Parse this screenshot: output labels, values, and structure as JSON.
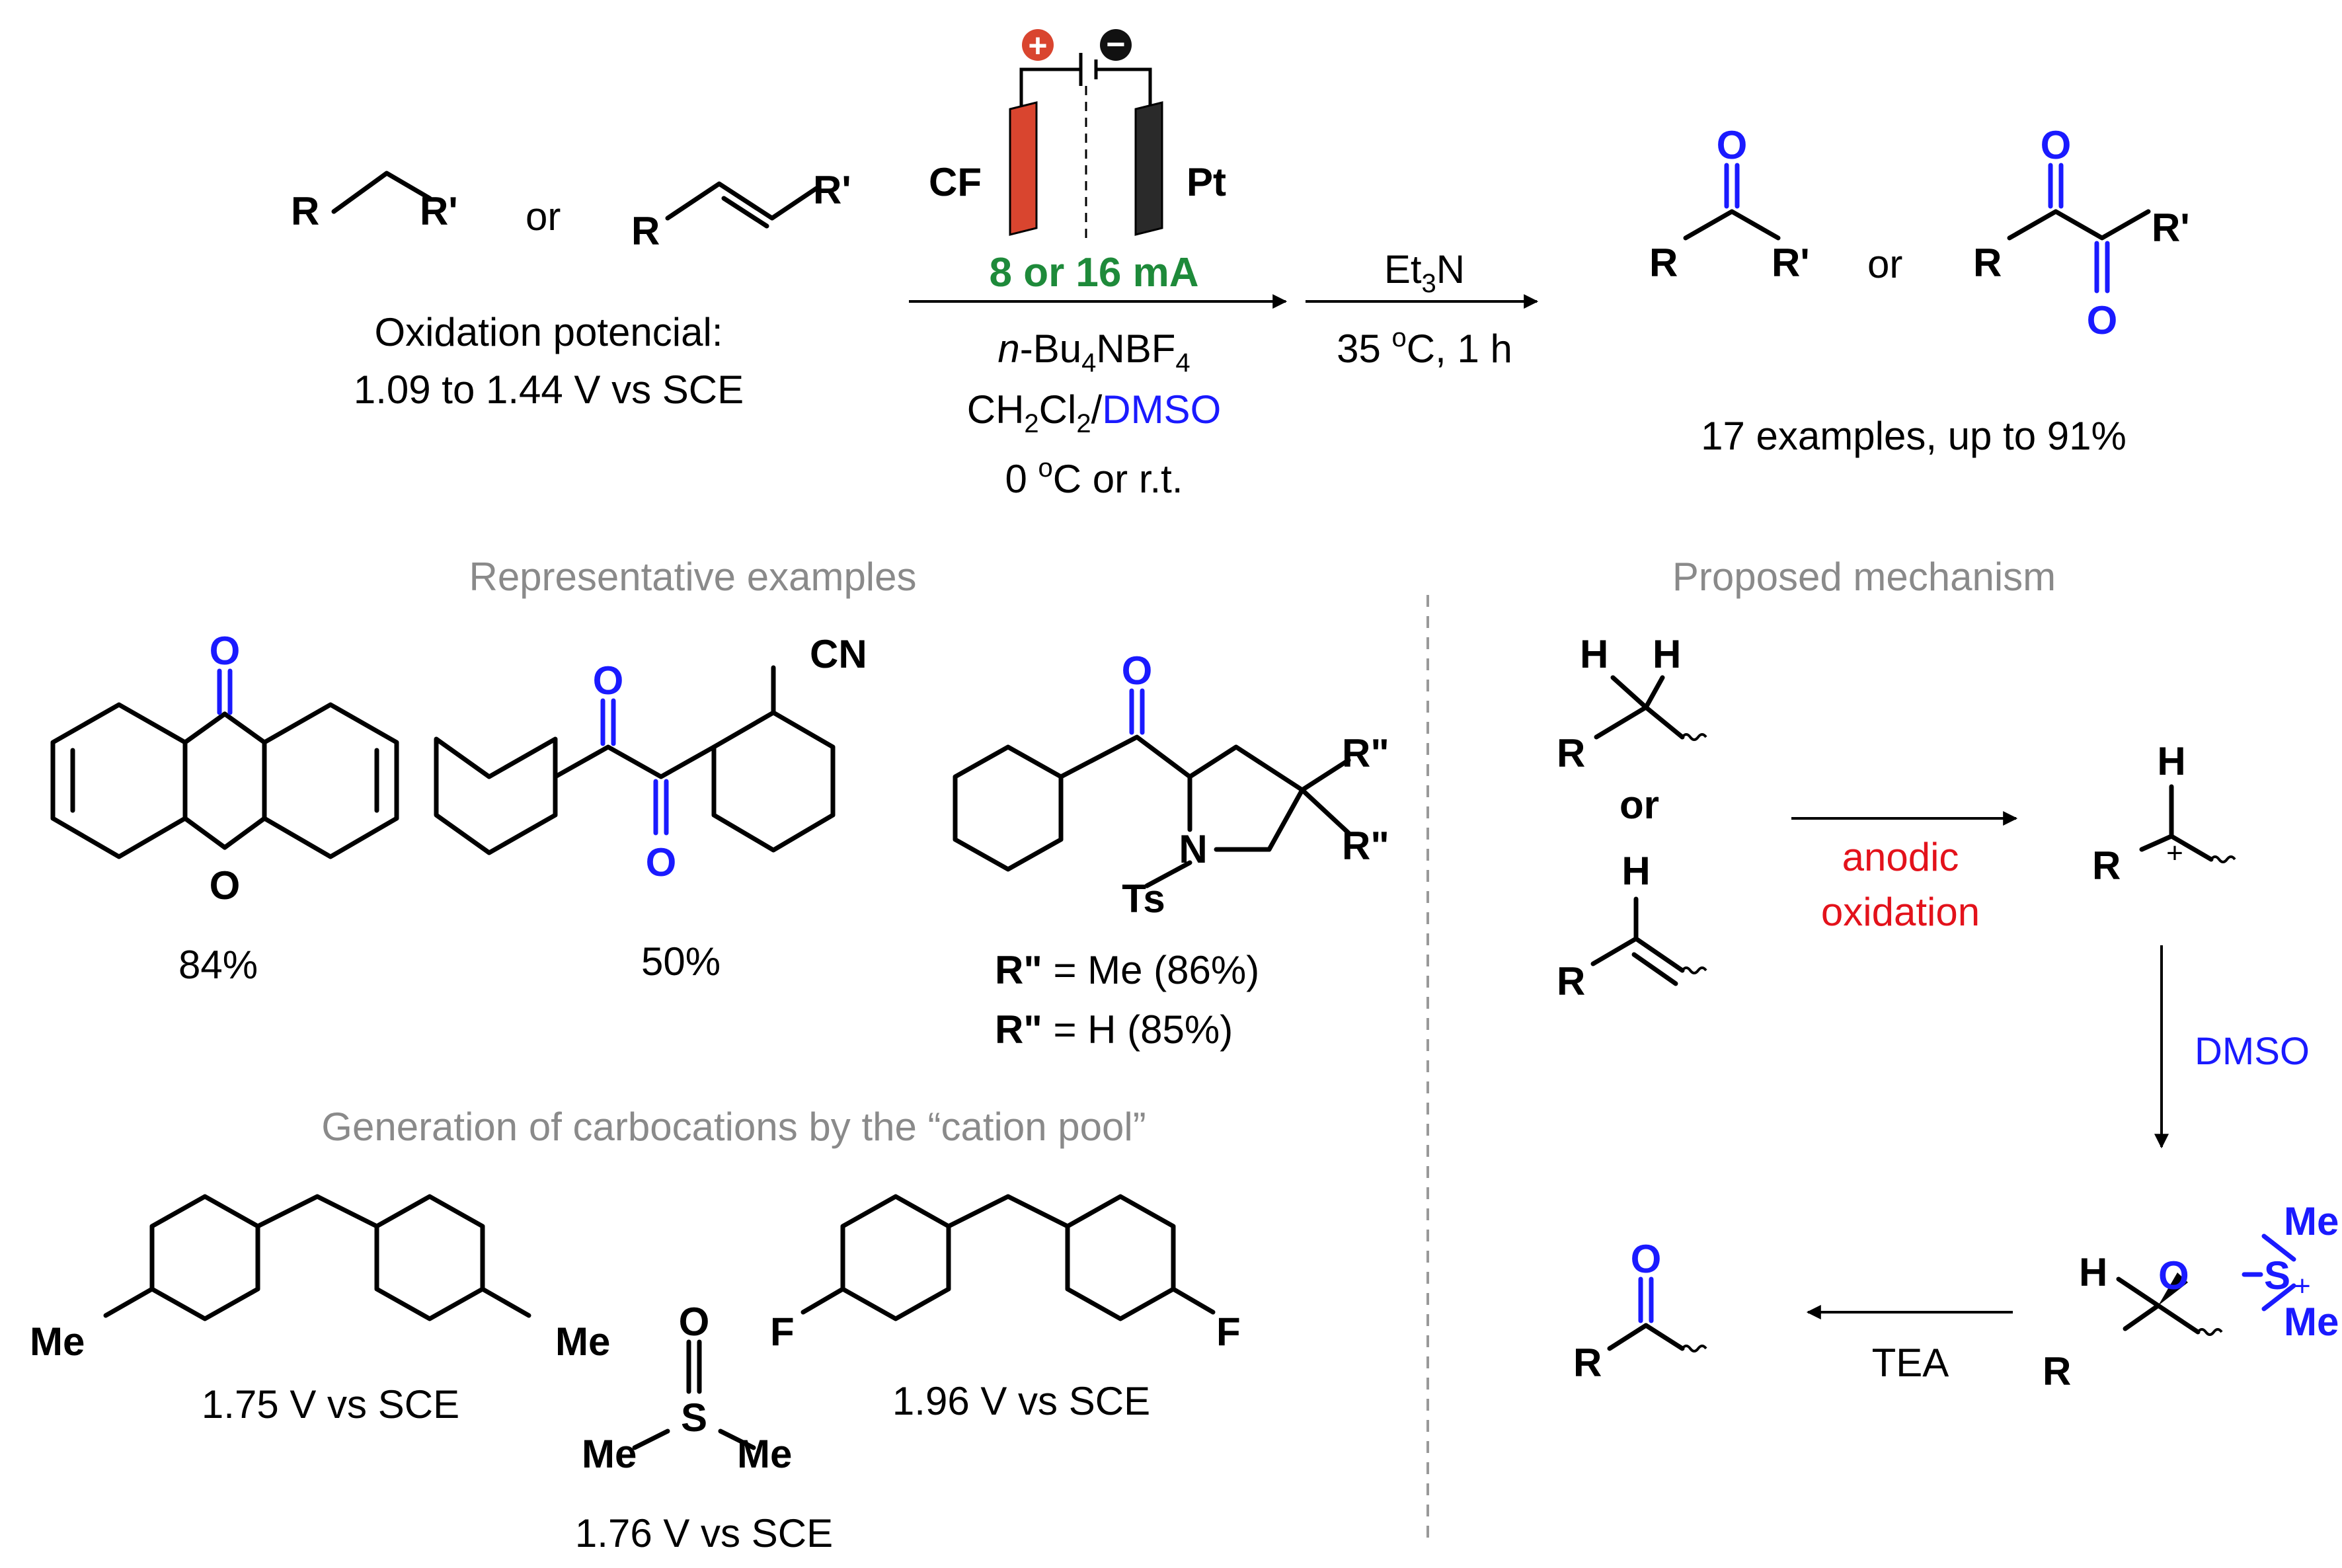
{
  "scheme": {
    "reactants": {
      "r_label": "R",
      "rprime_label": "R'",
      "or_label": "or",
      "oxidation_potential_line1": "Oxidation potencial:",
      "oxidation_potential_line2": "1.09 to 1.44 V vs SCE"
    },
    "electrolysis": {
      "anode_label": "CF",
      "cathode_label": "Pt",
      "plus_symbol": "+",
      "minus_symbol": "−",
      "current": "8 or 16 mA",
      "electrolyte_prefix": "n",
      "electrolyte_rest": "-Bu",
      "electrolyte_sub4a": "4",
      "electrolyte_mid": "NBF",
      "electrolyte_sub4b": "4",
      "solvent_ch": "CH",
      "solvent_sub2a": "2",
      "solvent_cl": "Cl",
      "solvent_sub2b": "2",
      "solvent_slash": "/",
      "solvent_dmso": "DMSO",
      "temperature_prefix": "0 ",
      "temperature_sup": "o",
      "temperature_suffix": "C or r.t."
    },
    "step2": {
      "reagent_et": "Et",
      "reagent_sub3": "3",
      "reagent_n": "N",
      "conditions_prefix": "35 ",
      "conditions_sup": "o",
      "conditions_suffix": "C, 1 h"
    },
    "products": {
      "o_label": "O",
      "or_label": "or",
      "summary": "17 examples, up to 91%"
    }
  },
  "examples": {
    "heading": "Representative examples",
    "xanthone_yield": "84%",
    "benzil_yield": "50%",
    "cn_label": "CN",
    "o_label": "O",
    "n_label": "N",
    "ts_label": "Ts",
    "rdp_label": "R\"",
    "pyrrolidine_yield1_rest": " = Me (86%)",
    "pyrrolidine_yield2_rest": " = H (85%)"
  },
  "cation_pool": {
    "heading": "Generation of carbocations by the “cation pool”",
    "me_label": "Me",
    "f_label": "F",
    "s_label": "S",
    "o_label": "O",
    "compound1_potential": "1.75 V vs SCE",
    "dmso_potential": "1.76 V vs SCE",
    "compound2_potential": "1.96 V vs SCE"
  },
  "mechanism": {
    "heading": "Proposed mechanism",
    "h_label": "H",
    "r_label": "R",
    "or_label": "or",
    "anodic_line1": "anodic",
    "anodic_line2": "oxidation",
    "dmso_label": "DMSO",
    "tea_label": "TEA",
    "o_label": "O",
    "s_label": "S",
    "me_label": "Me",
    "plus_symbol": "+",
    "dash_symbol": "–"
  },
  "colors": {
    "blue": "#1a1aff",
    "red": "#e3121b",
    "green": "#1e8a3a",
    "gray": "#8a8a8a",
    "anode": "#d9452f",
    "cathode": "#2a2a2a"
  }
}
